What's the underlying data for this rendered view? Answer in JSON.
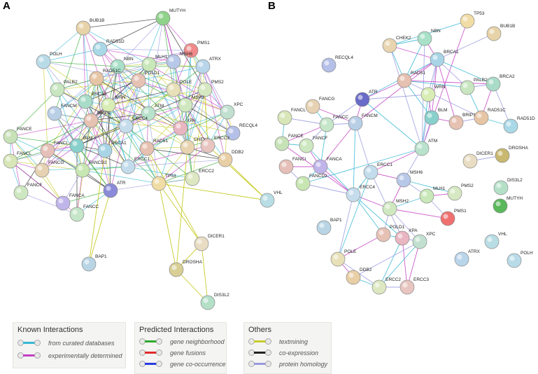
{
  "panels": [
    {
      "label": "A",
      "nodes": [
        {
          "name": "MUTYH",
          "color": "#8fd28a"
        },
        {
          "name": "BUB1B",
          "color": "#e7d3a8"
        },
        {
          "name": "PMS1",
          "color": "#f08a8a"
        },
        {
          "name": "RAD51D",
          "color": "#a9d8e6"
        },
        {
          "name": "POLH",
          "color": "#b9dbe8"
        },
        {
          "name": "NBN",
          "color": "#a8e0c8"
        },
        {
          "name": "MLH1",
          "color": "#c9e8b9"
        },
        {
          "name": "MSH6",
          "color": "#b8c8e8"
        },
        {
          "name": "ATRX",
          "color": "#b9d5ea"
        },
        {
          "name": "RAD51C",
          "color": "#e6c5a5"
        },
        {
          "name": "POLD1",
          "color": "#e6c2b5"
        },
        {
          "name": "PALB2",
          "color": "#c8e6c0"
        },
        {
          "name": "POLE",
          "color": "#e8e0b8"
        },
        {
          "name": "PMS2",
          "color": "#d5e8c2"
        },
        {
          "name": "BRCA2",
          "color": "#a8dcc8"
        },
        {
          "name": "WRN",
          "color": "#d8edb5"
        },
        {
          "name": "MSH2",
          "color": "#d0e8c0"
        },
        {
          "name": "XPC",
          "color": "#c2e0d0"
        },
        {
          "name": "FANCM",
          "color": "#b8cfe6"
        },
        {
          "name": "BRIP1",
          "color": "#e6c2b2"
        },
        {
          "name": "ATM",
          "color": "#b9e2cc"
        },
        {
          "name": "ERCC4",
          "color": "#c5dcec"
        },
        {
          "name": "XPA",
          "color": "#e8b5c0"
        },
        {
          "name": "RECQL4",
          "color": "#b5c0e8"
        },
        {
          "name": "FANCE",
          "color": "#c8e2b8"
        },
        {
          "name": "FANCI",
          "color": "#e6c0b8"
        },
        {
          "name": "BLM",
          "color": "#88d0cc"
        },
        {
          "name": "BRCA1",
          "color": "#a8d4e6"
        },
        {
          "name": "RAD51",
          "color": "#e6c0b0"
        },
        {
          "name": "CHEK2",
          "color": "#e8d5b0"
        },
        {
          "name": "ERCC3",
          "color": "#e8c5c0"
        },
        {
          "name": "DDB2",
          "color": "#e8cfa5"
        },
        {
          "name": "FANCL",
          "color": "#d8e6b8"
        },
        {
          "name": "FANCG",
          "color": "#e6d2b2"
        },
        {
          "name": "FANCD2",
          "color": "#c8e6b2"
        },
        {
          "name": "ERCC1",
          "color": "#c2dcec"
        },
        {
          "name": "ERCC2",
          "color": "#dde8c2"
        },
        {
          "name": "TP53",
          "color": "#f0dca5"
        },
        {
          "name": "ATR",
          "color": "#8a8ad8"
        },
        {
          "name": "FANCF",
          "color": "#cde8c0"
        },
        {
          "name": "FANCA",
          "color": "#c0b5ea"
        },
        {
          "name": "FANCC",
          "color": "#c5e6c8"
        },
        {
          "name": "VHL",
          "color": "#b9dde5"
        },
        {
          "name": "DICER1",
          "color": "#e8dcc2"
        },
        {
          "name": "BAP1",
          "color": "#b9d5e5"
        },
        {
          "name": "DROSHA",
          "color": "#d8cf95"
        },
        {
          "name": "DIS3L2",
          "color": "#b5e0c8"
        }
      ]
    },
    {
      "label": "B",
      "nodes": [
        {
          "name": "TP53",
          "color": "#f0dca5"
        },
        {
          "name": "BUB1B",
          "color": "#e7d3a8"
        },
        {
          "name": "CHEK2",
          "color": "#e8d5b0"
        },
        {
          "name": "NBN",
          "color": "#a8e0c8"
        },
        {
          "name": "BRCA1",
          "color": "#a8d4e6"
        },
        {
          "name": "RECQL4",
          "color": "#b5c0e8"
        },
        {
          "name": "RAD51",
          "color": "#e6c0b0"
        },
        {
          "name": "PALB2",
          "color": "#c8e6c0"
        },
        {
          "name": "BRCA2",
          "color": "#a8dcc8"
        },
        {
          "name": "WRN",
          "color": "#d8edb5"
        },
        {
          "name": "ATR",
          "color": "#6a6ac8"
        },
        {
          "name": "FANCG",
          "color": "#e6d2b2"
        },
        {
          "name": "FANCL",
          "color": "#d8e6b8"
        },
        {
          "name": "FANCC",
          "color": "#c5e6c8"
        },
        {
          "name": "FANCM",
          "color": "#b8cfe6"
        },
        {
          "name": "BLM",
          "color": "#88d0cc"
        },
        {
          "name": "BRIP1",
          "color": "#e6c2b2"
        },
        {
          "name": "RAD51C",
          "color": "#e6c5a5"
        },
        {
          "name": "RAD51D",
          "color": "#a9d8e6"
        },
        {
          "name": "FANCE",
          "color": "#c8e2b8"
        },
        {
          "name": "FANCF",
          "color": "#cde8c0"
        },
        {
          "name": "ATM",
          "color": "#b9e2cc"
        },
        {
          "name": "DICER1",
          "color": "#e8dcc2"
        },
        {
          "name": "DROSHA",
          "color": "#c8b870"
        },
        {
          "name": "FANCI",
          "color": "#e6c0b8"
        },
        {
          "name": "FANCA",
          "color": "#c0b5ea"
        },
        {
          "name": "FANCD2",
          "color": "#c8e6b2"
        },
        {
          "name": "ERCC1",
          "color": "#c2dcec"
        },
        {
          "name": "MSH6",
          "color": "#b8c8e8"
        },
        {
          "name": "DIS3L2",
          "color": "#b5e0c8"
        },
        {
          "name": "ERCC4",
          "color": "#c5dcec"
        },
        {
          "name": "MLH1",
          "color": "#c9e8b9"
        },
        {
          "name": "PMS2",
          "color": "#d5e8c2"
        },
        {
          "name": "MUTYH",
          "color": "#5ab85a"
        },
        {
          "name": "MSH2",
          "color": "#d0e8c0"
        },
        {
          "name": "PMS1",
          "color": "#f07070"
        },
        {
          "name": "BAP1",
          "color": "#b9d5e5"
        },
        {
          "name": "POLD1",
          "color": "#e6c2b5"
        },
        {
          "name": "XPA",
          "color": "#e8b5c0"
        },
        {
          "name": "XPC",
          "color": "#c2e0d0"
        },
        {
          "name": "VHL",
          "color": "#b9dde5"
        },
        {
          "name": "POLE",
          "color": "#e8e0b8"
        },
        {
          "name": "ATRX",
          "color": "#b9d5ea"
        },
        {
          "name": "POLH",
          "color": "#b9dbe8"
        },
        {
          "name": "DDB2",
          "color": "#e8cfa5"
        },
        {
          "name": "ERCC2",
          "color": "#dde8c2"
        },
        {
          "name": "ERCC3",
          "color": "#e8c5c0"
        }
      ],
      "edges": [
        [
          "TP53",
          "CHEK2"
        ],
        [
          "TP53",
          "ATM"
        ],
        [
          "BUB1B",
          "BRCA1"
        ],
        [
          "CHEK2",
          "NBN"
        ],
        [
          "CHEK2",
          "BRCA1"
        ],
        [
          "CHEK2",
          "ATM"
        ],
        [
          "CHEK2",
          "RAD51"
        ],
        [
          "NBN",
          "BRCA1"
        ],
        [
          "NBN",
          "ATM"
        ],
        [
          "NBN",
          "RAD51"
        ],
        [
          "BRCA1",
          "RAD51"
        ],
        [
          "BRCA1",
          "PALB2"
        ],
        [
          "BRCA1",
          "BRCA2"
        ],
        [
          "BRCA1",
          "BRIP1"
        ],
        [
          "BRCA1",
          "ATM"
        ],
        [
          "BRCA1",
          "ATR"
        ],
        [
          "BRCA1",
          "BLM"
        ],
        [
          "BRCA1",
          "WRN"
        ],
        [
          "RAD51",
          "PALB2"
        ],
        [
          "RAD51",
          "BRCA2"
        ],
        [
          "RAD51",
          "RAD51C"
        ],
        [
          "RAD51",
          "BLM"
        ],
        [
          "RAD51",
          "ATR"
        ],
        [
          "PALB2",
          "BRCA2"
        ],
        [
          "PALB2",
          "RAD51C"
        ],
        [
          "BRCA2",
          "RAD51C"
        ],
        [
          "BRCA2",
          "RAD51D"
        ],
        [
          "RAD51C",
          "RAD51D"
        ],
        [
          "WRN",
          "BLM"
        ],
        [
          "WRN",
          "ATR"
        ],
        [
          "WRN",
          "ATM"
        ],
        [
          "BLM",
          "BRIP1"
        ],
        [
          "BLM",
          "ATM"
        ],
        [
          "ATR",
          "ATM"
        ],
        [
          "ATR",
          "FANCM"
        ],
        [
          "ATR",
          "FANCC"
        ],
        [
          "FANCG",
          "FANCC"
        ],
        [
          "FANCG",
          "FANCM"
        ],
        [
          "FANCL",
          "FANCC"
        ],
        [
          "FANCL",
          "FANCE"
        ],
        [
          "FANCC",
          "FANCE"
        ],
        [
          "FANCC",
          "FANCF"
        ],
        [
          "FANCC",
          "FANCA"
        ],
        [
          "FANCM",
          "FANCA"
        ],
        [
          "FANCM",
          "FANCC"
        ],
        [
          "FANCE",
          "FANCF"
        ],
        [
          "FANCF",
          "FANCA"
        ],
        [
          "FANCI",
          "FANCD2"
        ],
        [
          "FANCA",
          "FANCD2"
        ],
        [
          "FANCI",
          "FANCA"
        ],
        [
          "FANCM",
          "ERCC1"
        ],
        [
          "FANCM",
          "ERCC4"
        ],
        [
          "FANCA",
          "ERCC4"
        ],
        [
          "FANCD2",
          "ERCC4"
        ],
        [
          "FANCD2",
          "ATM"
        ],
        [
          "ATM",
          "ERCC1"
        ],
        [
          "ATM",
          "MSH6"
        ],
        [
          "ERCC1",
          "ERCC4"
        ],
        [
          "ERCC1",
          "MSH6"
        ],
        [
          "ERCC1",
          "XPA"
        ],
        [
          "ERCC4",
          "XPA"
        ],
        [
          "ERCC4",
          "MSH2"
        ],
        [
          "ERCC4",
          "POLE"
        ],
        [
          "ERCC4",
          "POLD1"
        ],
        [
          "MSH6",
          "MSH2"
        ],
        [
          "MSH6",
          "MLH1"
        ],
        [
          "MSH6",
          "PMS2"
        ],
        [
          "MLH1",
          "PMS2"
        ],
        [
          "MLH1",
          "PMS1"
        ],
        [
          "MLH1",
          "MSH2"
        ],
        [
          "MSH2",
          "PMS1"
        ],
        [
          "MSH2",
          "POLD1"
        ],
        [
          "POLD1",
          "XPA"
        ],
        [
          "POLD1",
          "POLE"
        ],
        [
          "XPA",
          "XPC"
        ],
        [
          "XPA",
          "ERCC2"
        ],
        [
          "XPA",
          "ERCC3"
        ],
        [
          "XPC",
          "DDB2"
        ],
        [
          "XPC",
          "ERCC2"
        ],
        [
          "XPC",
          "ERCC3"
        ],
        [
          "ERCC2",
          "ERCC3"
        ],
        [
          "DDB2",
          "ERCC2"
        ],
        [
          "POLE",
          "DDB2"
        ],
        [
          "POLE",
          "ERCC2"
        ],
        [
          "DICER1",
          "DROSHA"
        ],
        [
          "BRCA1",
          "FANCM"
        ],
        [
          "BRIP1",
          "RAD51C"
        ],
        [
          "FANCF",
          "ERCC4"
        ],
        [
          "FANCE",
          "ERCC4"
        ],
        [
          "MSH2",
          "XPC"
        ],
        [
          "ERCC1",
          "POLE"
        ]
      ]
    }
  ],
  "legend": {
    "known": {
      "title": "Known Interactions",
      "items": [
        {
          "label": "from curated databases",
          "color": "#36b9d3"
        },
        {
          "label": "experimentally determined",
          "color": "#c43fc4"
        }
      ]
    },
    "predicted": {
      "title": "Predicted Interactions",
      "items": [
        {
          "label": "gene neighborhood",
          "color": "#2ea82e"
        },
        {
          "label": "gene fusions",
          "color": "#e02a2a"
        },
        {
          "label": "gene co-occurrence",
          "color": "#2a3ae0"
        }
      ]
    },
    "others": {
      "title": "Others",
      "items": [
        {
          "label": "textmining",
          "color": "#c8cc2a"
        },
        {
          "label": "co-expression",
          "color": "#222222"
        },
        {
          "label": "protein homology",
          "color": "#9a9ae0"
        }
      ]
    }
  }
}
